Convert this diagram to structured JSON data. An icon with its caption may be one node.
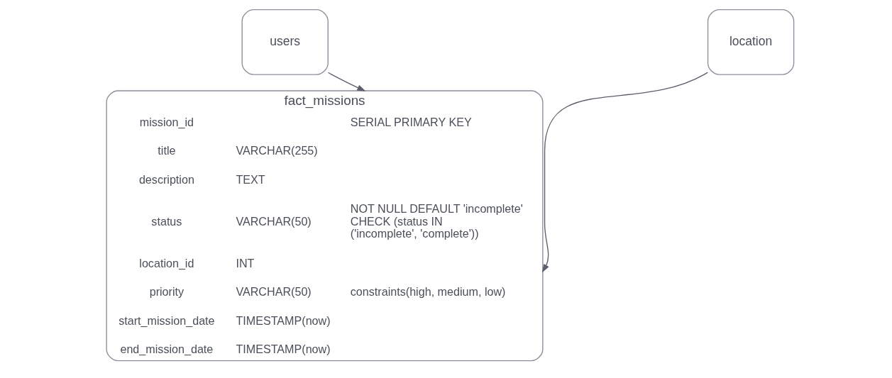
{
  "diagram": {
    "nodes": [
      {
        "text": [
          "users"
        ]
      },
      {
        "text": [
          "location"
        ]
      },
      {
        "text": [
          "fact_missions"
        ]
      },
      {
        "text": [
          "mission_id"
        ],
        "in": 2
      },
      {
        "text": [
          "SERIAL PRIMARY KEY"
        ],
        "in": 2
      },
      {
        "text": [
          "title"
        ],
        "in": 2
      },
      {
        "text": [
          "VARCHAR(255)"
        ],
        "in": 2
      },
      {
        "text": [
          "description"
        ],
        "in": 2
      },
      {
        "text": [
          "TEXT"
        ],
        "in": 2
      },
      {
        "text": [
          "status"
        ],
        "in": 2
      },
      {
        "text": [
          "VARCHAR(50)"
        ],
        "in": 2
      },
      {
        "text": [
          "NOT NULL DEFAULT 'incomplete' CHECK (status IN ('incomplete', 'complete'))"
        ],
        "in": 2
      },
      {
        "text": [
          "location_id"
        ],
        "in": 2
      },
      {
        "text": [
          "INT"
        ],
        "in": 2
      },
      {
        "text": [
          "priority"
        ],
        "in": 2
      },
      {
        "text": [
          "VARCHAR(50)"
        ],
        "in": 2
      },
      {
        "text": [
          "constraints(high, medium, low)"
        ],
        "in": 2
      },
      {
        "text": [
          "start_mission_date"
        ],
        "in": 2
      },
      {
        "text": [
          "TIMESTAMP(now)"
        ],
        "in": 2
      },
      {
        "text": [
          "end_mission_date"
        ],
        "in": 2
      },
      {
        "text": [
          "TIMESTAMP(now)"
        ],
        "in": 2
      }
    ],
    "edges": [
      {
        "from": 0,
        "to": 2,
        "arrow": "to"
      },
      {
        "from": 1,
        "to": 2,
        "arrow": "to"
      }
    ]
  }
}
